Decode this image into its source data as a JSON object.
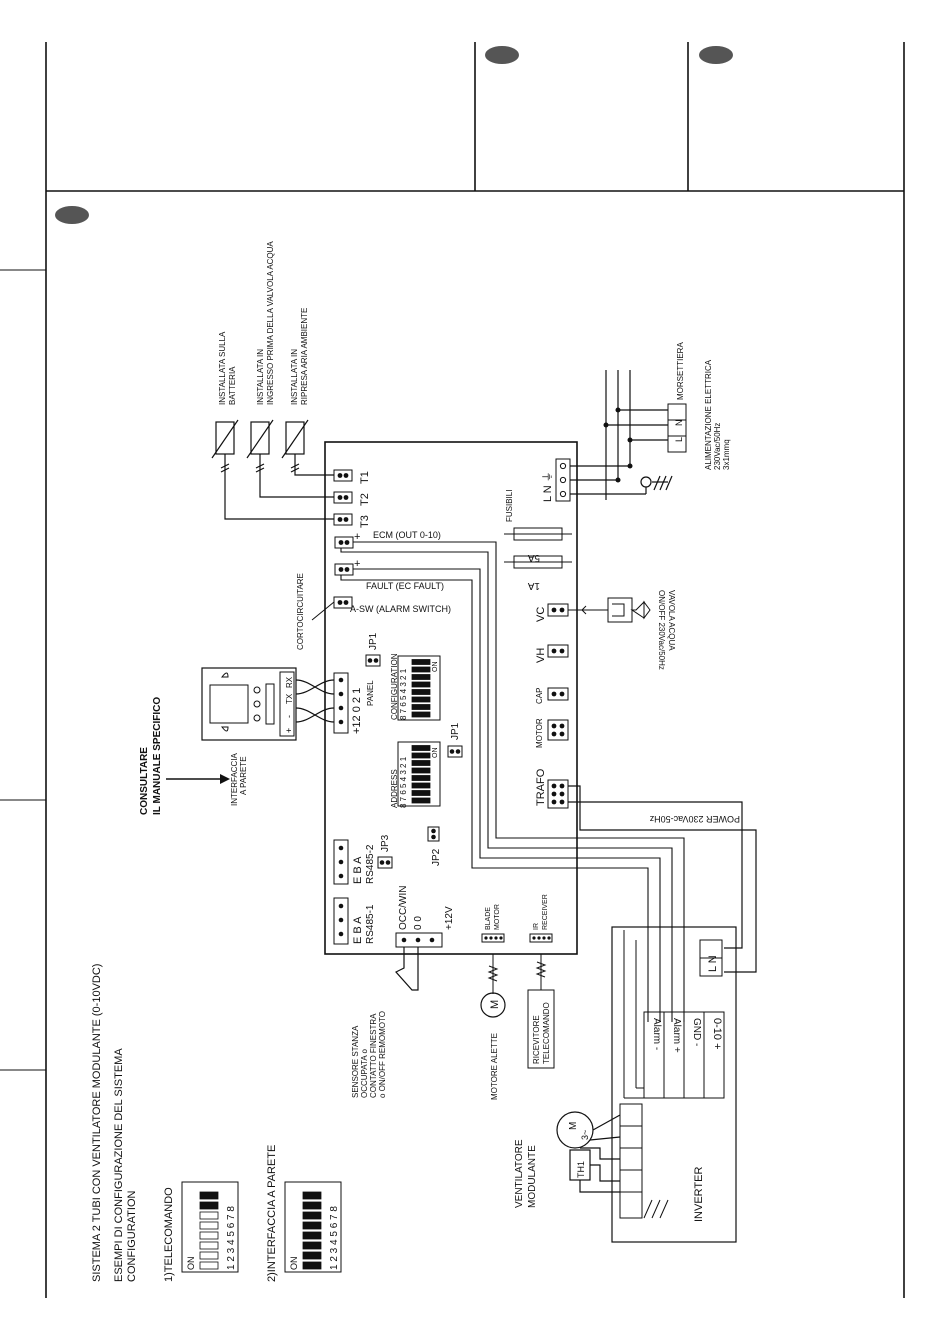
{
  "title": "SISTEMA 2 TUBI CON VENTILATORE MODULANTE (0-10VDC)",
  "config": {
    "heading1": "ESEMPI DI CONFIGURAZIONE DEL SISTEMA",
    "heading2": "CONFIGURATION",
    "ex1": "1)TELECOMANDO",
    "ex2": "2)INTERFACCIA A PARETE",
    "on": "ON",
    "digits": "1 2 3 4 5 6 7 8"
  },
  "sensors": {
    "s1": [
      "INSTALLATA SULLA",
      "BATTERIA"
    ],
    "s2": [
      "INSTALLATA IN",
      "INGRESSO PRIMA DELLA VALVOLA ACQUA"
    ],
    "s3": [
      "INSTALLATA IN",
      "RIPRESA ARIA AMBIENTE"
    ]
  },
  "board": {
    "t1": "T1",
    "t2": "T2",
    "t3": "T3",
    "ecm": "ECM (OUT 0-10)",
    "fault": "FAULT (EC FAULT)",
    "asw": "A-SW (ALARM SWITCH)",
    "jp1": "JP1",
    "jp2": "JP2",
    "jp3": "JP3",
    "configuration": "CONFIGURATION",
    "address": "ADDRESS",
    "dip_digits": "8 7 6 5 4 3 2 1",
    "on": "ON",
    "panel": "PANEL",
    "panel_pins": "+12  0  2  1",
    "rs485_1": "RS485-1",
    "rs485_2": "RS485-2",
    "eba": "E B A",
    "occ": "OCC/WIN",
    "v12": "+12V",
    "zeros": "0  0",
    "blade": [
      "BLADE",
      "MOTOR"
    ],
    "ir": [
      "IR",
      "RECEIVER"
    ],
    "trafo": "TRAFO",
    "motor": "MOTOR",
    "cap": "CAP",
    "vh": "VH",
    "vc": "VC",
    "fuse1": "1A",
    "fuse2": "5A",
    "fusibili": "FUSIBILI",
    "lnearth": "L  N  ⏚"
  },
  "power": {
    "morsettiera": "MORSETTIERA",
    "alim": [
      "ALIMENTAZIONE ELETTRICA",
      "230Vac/50Hz",
      "3x1mmq"
    ],
    "trafo_power": "POWER 230Vac-50Hz"
  },
  "valve": [
    "VAVOLA ACQUA",
    "ON/OFF 230Vac/50Hz"
  ],
  "corto": "CORTOCIRCUITARE",
  "interface": {
    "label": [
      "INTERFACCIA",
      "A PARETE"
    ],
    "pins": [
      "+",
      "-",
      "TX",
      "RX"
    ]
  },
  "consultare": [
    "CONSULTARE",
    "IL MANUALE SPECIFICO"
  ],
  "occ_note": [
    "SENSORE STANZA",
    "OCCUPATA o",
    "CONTATTO FINESTRA",
    "o ON/OFF REMOMOTO"
  ],
  "motore_alette": "MOTORE ALETTE",
  "ricevitore": [
    "RICEVITORE",
    "TELECOMANDO"
  ],
  "inverter": {
    "label": "INVERTER",
    "terms": [
      "0-10 +",
      "GND  -",
      "Alarm +",
      "Alarm -"
    ],
    "ln": "L  N"
  },
  "ventilatore": [
    "VENTILATORE",
    "MODULANTE"
  ],
  "th1": "TH1",
  "motor_symbol": "M 3~"
}
